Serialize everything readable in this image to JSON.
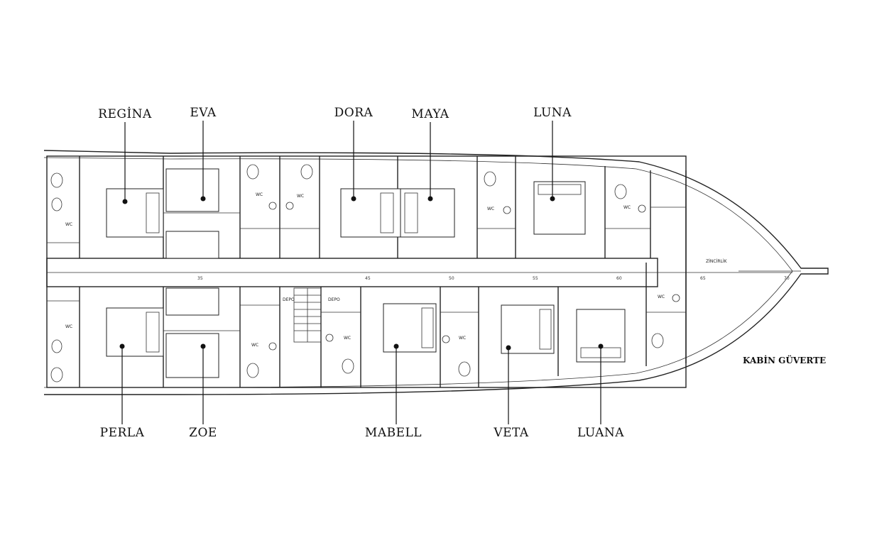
{
  "deck_title": "KABİN GÜVERTE",
  "cabins_top": [
    {
      "name": "REGİNA"
    },
    {
      "name": "EVA"
    },
    {
      "name": "DORA"
    },
    {
      "name": "MAYA"
    },
    {
      "name": "LUNA"
    }
  ],
  "cabins_bottom": [
    {
      "name": "PERLA"
    },
    {
      "name": "ZOE"
    },
    {
      "name": "MABELL"
    },
    {
      "name": "VETA"
    },
    {
      "name": "LUANA"
    }
  ],
  "small_labels": {
    "wc": "WC",
    "depo": "DEPO",
    "zincirlik": "ZİNCİRLİK"
  },
  "scale_ticks": [
    "35",
    "45",
    "50",
    "55",
    "60",
    "65",
    "70"
  ]
}
